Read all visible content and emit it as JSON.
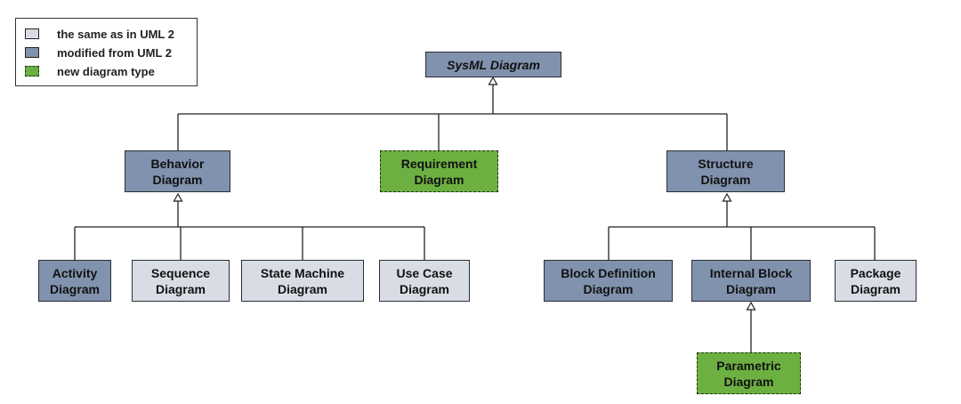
{
  "legend": {
    "items": [
      {
        "label": "the same as in UML 2",
        "kind": "same"
      },
      {
        "label": "modified from UML 2",
        "kind": "modified"
      },
      {
        "label": "new diagram type",
        "kind": "new"
      }
    ]
  },
  "nodes": {
    "sysml": "SysML Diagram",
    "behavior": "Behavior\nDiagram",
    "requirement": "Requirement\nDiagram",
    "structure": "Structure\nDiagram",
    "activity": "Activity\nDiagram",
    "sequence": "Sequence\nDiagram",
    "state_machine": "State Machine\nDiagram",
    "use_case": "Use Case\nDiagram",
    "block_definition": "Block Definition\nDiagram",
    "internal_block": "Internal Block\nDiagram",
    "package": "Package\nDiagram",
    "parametric": "Parametric\nDiagram"
  },
  "colors": {
    "same": "#d8dde5",
    "modified": "#8092ad",
    "new": "#6db042",
    "line": "#222222"
  }
}
